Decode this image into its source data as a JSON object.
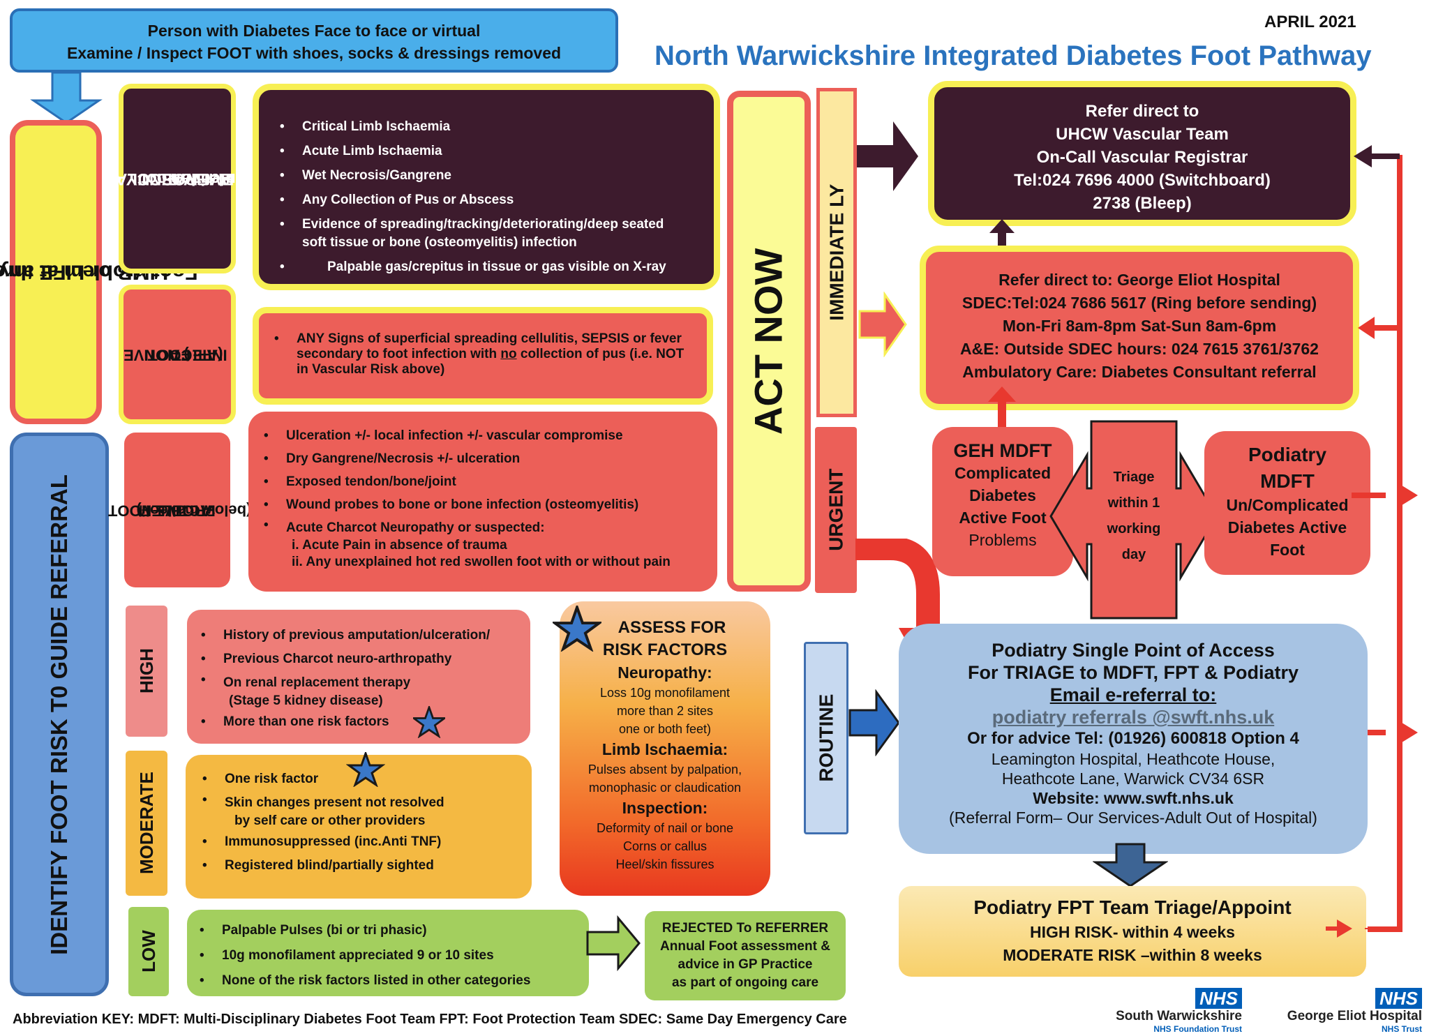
{
  "date": "APRIL 2021",
  "title": "North Warwickshire Integrated Diabetes Foot Pathway",
  "top_box": {
    "line1": "Person with Diabetes Face to face or virtual",
    "line2": "Examine / Inspect FOOT with shoes, socks & dressings removed"
  },
  "limb_label": {
    "line1": "LIMB or LIFE threatening",
    "line2": "Foot problem at any stage"
  },
  "identify_label": "IDENTIFY FOOT RISK  T0 GUIDE REFERRAL",
  "categories": {
    "vascular": {
      "line1": "VASCULAR",
      "line2": "EMERGENCY +/-",
      "line3": "Active Foot",
      "line4": "Infection"
    },
    "afi": {
      "line1": "ACTIVE",
      "line2": "FOOT",
      "line3": "INFECTION",
      "line4": "(AFI )"
    },
    "afp": {
      "line1": "ACTIVE FOOT",
      "line2": "PROBLEM",
      "line3": "(below malleoli)"
    },
    "high": "HIGH",
    "moderate": "MODERATE",
    "low": "LOW"
  },
  "vascular_items": [
    "Critical Limb Ischaemia",
    "Acute Limb Ischaemia",
    "Wet Necrosis/Gangrene",
    "Any Collection of Pus or Abscess",
    "Evidence of spreading/tracking/deteriorating/deep seated soft tissue or bone (osteomyelitis) infection",
    "Palpable gas/crepitus in tissue or gas visible on X-ray"
  ],
  "afi_item": {
    "pre": "ANY Signs of superficial spreading cellulitis, SEPSIS or fever secondary to foot infection with ",
    "no": "no",
    "post": " collection of pus (i.e. NOT in Vascular Risk above)"
  },
  "afp_items": [
    "Ulceration +/- local infection +/- vascular compromise",
    "Dry Gangrene/Necrosis  +/- ulceration",
    "Exposed tendon/bone/joint",
    "Wound probes to bone or bone infection (osteomyelitis)",
    "Acute Charcot Neuropathy or suspected:"
  ],
  "afp_sub": [
    "i. Acute Pain in absence of trauma",
    "ii. Any unexplained hot red swollen foot with or without pain"
  ],
  "high_items": [
    "History of previous amputation/ulceration/",
    "Previous Charcot neuro-arthropathy",
    "On renal replacement therapy",
    "More than one risk factors"
  ],
  "high_sub": "(Stage 5 kidney disease)",
  "moderate_items": [
    "One risk factor",
    "Skin changes present not resolved",
    "Immunosuppressed (inc.Anti TNF)",
    "Registered blind/partially sighted"
  ],
  "moderate_sub": "by self care or other providers",
  "low_items": [
    "Palpable Pulses (bi or tri phasic)",
    "10g monofilament appreciated 9 or 10 sites",
    "None of the risk factors listed in other categories"
  ],
  "rejected": {
    "line1": "REJECTED To REFERRER",
    "line2": "Annual Foot assessment &",
    "line3": "advice in GP Practice",
    "line4": "as part of ongoing care"
  },
  "assess": {
    "title1": "ASSESS FOR",
    "title2": "RISK FACTORS",
    "neuro_h": "Neuropathy:",
    "neuro1": "Loss 10g monofilament",
    "neuro2": "more than 2 sites",
    "neuro3": "one or both feet)",
    "limb_h": "Limb Ischaemia:",
    "limb1": "Pulses absent by palpation,",
    "limb2": "monophasic or claudication",
    "insp_h": "Inspection:",
    "insp1": "Deformity of nail or bone",
    "insp2": "Corns or callus",
    "insp3": "Heel/skin fissures"
  },
  "act_now": "ACT NOW",
  "immediately": "IMMEDIATE LY",
  "urgent": "URGENT",
  "routine": "ROUTINE",
  "uhcw": {
    "line1": "Refer direct to",
    "line2": "UHCW Vascular Team",
    "line3": "On-Call Vascular Registrar",
    "line4": "Tel:024 7696 4000 (Switchboard)",
    "line5": "2738 (Bleep)"
  },
  "geh": {
    "line1": "Refer direct to: George Eliot Hospital",
    "line2": "SDEC:Tel:024 7686 5617 (Ring before sending)",
    "line3": "Mon-Fri 8am-8pm Sat-Sun 8am-6pm",
    "line4": "A&E: Outside SDEC hours: 024 7615 3761/3762",
    "line5": "Ambulatory Care: Diabetes Consultant referral"
  },
  "geh_mdft": {
    "line1": "GEH MDFT",
    "line2": "Complicated",
    "line3": "Diabetes",
    "line4": "Active Foot",
    "line5": "Problems"
  },
  "triage": {
    "line1": "Triage",
    "line2": "within 1",
    "line3": "working",
    "line4": "day"
  },
  "pod_mdft": {
    "line1": "Podiatry",
    "line2": "MDFT",
    "line3": "Un/Complicated",
    "line4": "Diabetes Active",
    "line5": "Foot"
  },
  "spa": {
    "line1": "Podiatry Single Point of Access",
    "line2": "For TRIAGE to MDFT, FPT & Podiatry",
    "line3": "Email e-referral to:",
    "email": "podiatry referrals @swft.nhs.uk",
    "line5": "Or for advice Tel: (01926) 600818 Option 4",
    "line6": "Leamington Hospital, Heathcote House,",
    "line7": "Heathcote Lane, Warwick CV34 6SR",
    "line8": "Website: www.swft.nhs.uk",
    "line9": "(Referral Form– Our Services-Adult Out of Hospital)"
  },
  "fpt": {
    "line1": "Podiatry FPT  Team Triage/Appoint",
    "line2": "HIGH RISK- within 4 weeks",
    "line3": "MODERATE RISK –within 8 weeks"
  },
  "footer": "Abbreviation KEY: MDFT: Multi-Disciplinary Diabetes Foot Team  FPT: Foot Protection Team  SDEC: Same Day Emergency Care",
  "logo1": {
    "badge": "NHS",
    "name": "South Warwickshire",
    "sub": "NHS Foundation Trust"
  },
  "logo2": {
    "badge": "NHS",
    "name": "George Eliot Hospital",
    "sub": "NHS Trust"
  },
  "colors": {
    "dark": "#3d1b2d",
    "coral": "#ec5f58",
    "yellow": "#f7ef54",
    "blue": "#a7c3e3",
    "nhs_blue": "#005eb8",
    "green": "#a3cf5e",
    "orange": "#f4b942"
  }
}
